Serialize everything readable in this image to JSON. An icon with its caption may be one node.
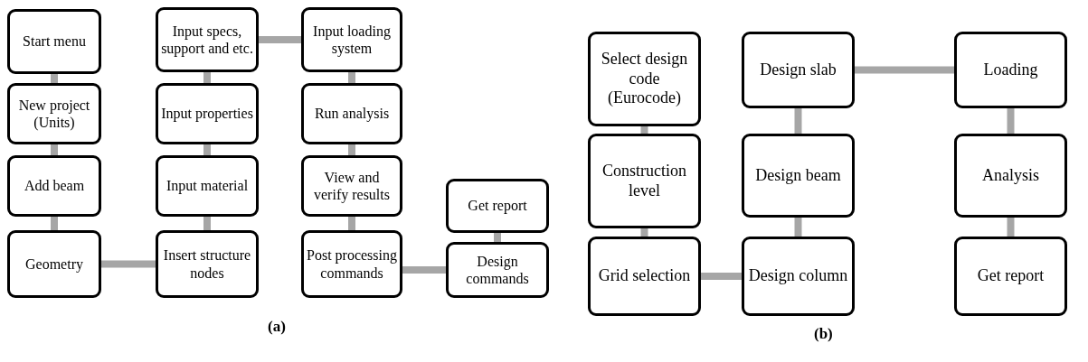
{
  "diagram": {
    "nodes": [
      {
        "text": [
          "Start menu"
        ]
      },
      {
        "text": [
          "New project (Units)"
        ]
      },
      {
        "text": [
          "Add beam"
        ]
      },
      {
        "text": [
          "Geometry"
        ]
      },
      {
        "text": [
          "Insert structure nodes"
        ]
      },
      {
        "text": [
          "Input material"
        ]
      },
      {
        "text": [
          "Input properties"
        ]
      },
      {
        "text": [
          "Input specs, support and etc."
        ]
      },
      {
        "text": [
          "Input loading system"
        ]
      },
      {
        "text": [
          "Run analysis"
        ]
      },
      {
        "text": [
          "View and verify results"
        ]
      },
      {
        "text": [
          "Post processing commands"
        ]
      },
      {
        "text": [
          "Design commands"
        ]
      },
      {
        "text": [
          "Get report"
        ]
      },
      {
        "text": [
          "Select design code (Eurocode)"
        ]
      },
      {
        "text": [
          "Construction level"
        ]
      },
      {
        "text": [
          "Grid selection"
        ]
      },
      {
        "text": [
          "Design column"
        ]
      },
      {
        "text": [
          "Design beam"
        ]
      },
      {
        "text": [
          "Design slab"
        ]
      },
      {
        "text": [
          "Loading"
        ]
      },
      {
        "text": [
          "Analysis"
        ]
      },
      {
        "text": [
          "Get report"
        ]
      }
    ],
    "edges": [
      {
        "from": 0,
        "to": 1,
        "arrow": "none"
      },
      {
        "from": 1,
        "to": 2,
        "arrow": "none"
      },
      {
        "from": 2,
        "to": 3,
        "arrow": "none"
      },
      {
        "from": 3,
        "to": 4,
        "arrow": "none"
      },
      {
        "from": 4,
        "to": 5,
        "arrow": "none"
      },
      {
        "from": 5,
        "to": 6,
        "arrow": "none"
      },
      {
        "from": 6,
        "to": 7,
        "arrow": "none"
      },
      {
        "from": 7,
        "to": 8,
        "arrow": "none"
      },
      {
        "from": 8,
        "to": 9,
        "arrow": "none"
      },
      {
        "from": 9,
        "to": 10,
        "arrow": "none"
      },
      {
        "from": 10,
        "to": 11,
        "arrow": "none"
      },
      {
        "from": 11,
        "to": 12,
        "arrow": "none"
      },
      {
        "from": 12,
        "to": 13,
        "arrow": "none"
      },
      {
        "from": 14,
        "to": 15,
        "arrow": "none"
      },
      {
        "from": 15,
        "to": 16,
        "arrow": "none"
      },
      {
        "from": 16,
        "to": 17,
        "arrow": "none"
      },
      {
        "from": 17,
        "to": 18,
        "arrow": "none"
      },
      {
        "from": 18,
        "to": 19,
        "arrow": "none"
      },
      {
        "from": 19,
        "to": 20,
        "arrow": "none"
      },
      {
        "from": 20,
        "to": 21,
        "arrow": "none"
      },
      {
        "from": 21,
        "to": 22,
        "arrow": "none"
      }
    ],
    "labels": [
      "(a)",
      "(b)"
    ]
  }
}
